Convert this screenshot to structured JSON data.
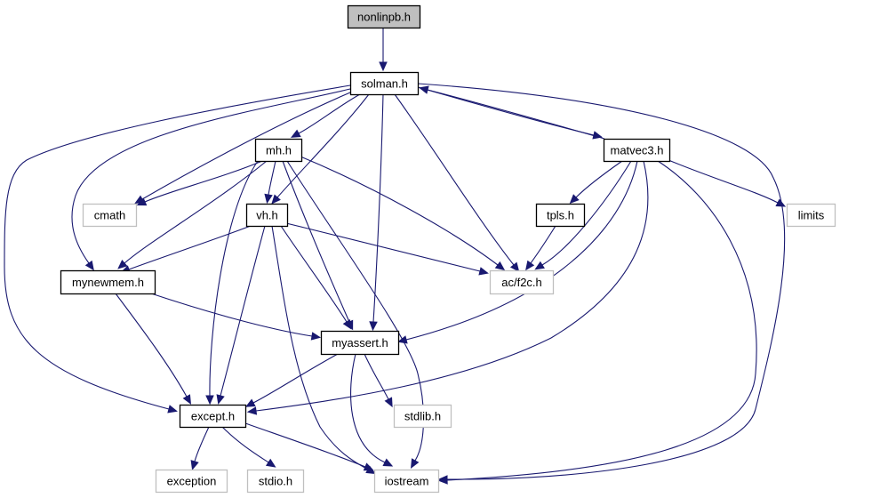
{
  "diagram": {
    "type": "include-dependency-graph",
    "root": "nonlinpb.h",
    "colors": {
      "edge": "#191970",
      "root_fill": "#bfbfbf",
      "node_fill": "#ffffff",
      "documented_border": "#000000",
      "external_border": "#bfbfbf"
    },
    "nodes": [
      {
        "id": "nonlinpb",
        "label": "nonlinpb.h",
        "kind": "root"
      },
      {
        "id": "solman",
        "label": "solman.h",
        "kind": "documented"
      },
      {
        "id": "mh",
        "label": "mh.h",
        "kind": "documented"
      },
      {
        "id": "matvec3",
        "label": "matvec3.h",
        "kind": "documented"
      },
      {
        "id": "cmath",
        "label": "cmath",
        "kind": "external"
      },
      {
        "id": "vh",
        "label": "vh.h",
        "kind": "documented"
      },
      {
        "id": "tpls",
        "label": "tpls.h",
        "kind": "documented"
      },
      {
        "id": "limits",
        "label": "limits",
        "kind": "external"
      },
      {
        "id": "mynewmem",
        "label": "mynewmem.h",
        "kind": "documented"
      },
      {
        "id": "acf2c",
        "label": "ac/f2c.h",
        "kind": "external"
      },
      {
        "id": "myassert",
        "label": "myassert.h",
        "kind": "documented"
      },
      {
        "id": "stdlib",
        "label": "stdlib.h",
        "kind": "external"
      },
      {
        "id": "except",
        "label": "except.h",
        "kind": "documented"
      },
      {
        "id": "exception",
        "label": "exception",
        "kind": "external"
      },
      {
        "id": "stdio",
        "label": "stdio.h",
        "kind": "external"
      },
      {
        "id": "iostream",
        "label": "iostream",
        "kind": "external"
      }
    ],
    "edges": [
      {
        "from": "nonlinpb",
        "to": "solman"
      },
      {
        "from": "solman",
        "to": "mh"
      },
      {
        "from": "solman",
        "to": "matvec3"
      },
      {
        "from": "solman",
        "to": "cmath"
      },
      {
        "from": "solman",
        "to": "vh"
      },
      {
        "from": "solman",
        "to": "mynewmem"
      },
      {
        "from": "solman",
        "to": "acf2c"
      },
      {
        "from": "solman",
        "to": "myassert"
      },
      {
        "from": "solman",
        "to": "except"
      },
      {
        "from": "solman",
        "to": "iostream"
      },
      {
        "from": "matvec3",
        "to": "solman"
      },
      {
        "from": "matvec3",
        "to": "tpls"
      },
      {
        "from": "matvec3",
        "to": "limits"
      },
      {
        "from": "matvec3",
        "to": "acf2c"
      },
      {
        "from": "matvec3",
        "to": "myassert"
      },
      {
        "from": "matvec3",
        "to": "except"
      },
      {
        "from": "matvec3",
        "to": "iostream"
      },
      {
        "from": "mh",
        "to": "cmath"
      },
      {
        "from": "mh",
        "to": "vh"
      },
      {
        "from": "mh",
        "to": "mynewmem"
      },
      {
        "from": "mh",
        "to": "acf2c"
      },
      {
        "from": "mh",
        "to": "myassert"
      },
      {
        "from": "mh",
        "to": "except"
      },
      {
        "from": "mh",
        "to": "iostream"
      },
      {
        "from": "vh",
        "to": "mynewmem"
      },
      {
        "from": "vh",
        "to": "acf2c"
      },
      {
        "from": "vh",
        "to": "myassert"
      },
      {
        "from": "vh",
        "to": "except"
      },
      {
        "from": "vh",
        "to": "iostream"
      },
      {
        "from": "tpls",
        "to": "acf2c"
      },
      {
        "from": "mynewmem",
        "to": "myassert"
      },
      {
        "from": "mynewmem",
        "to": "except"
      },
      {
        "from": "myassert",
        "to": "except"
      },
      {
        "from": "myassert",
        "to": "stdlib"
      },
      {
        "from": "myassert",
        "to": "iostream"
      },
      {
        "from": "except",
        "to": "exception"
      },
      {
        "from": "except",
        "to": "stdio"
      },
      {
        "from": "except",
        "to": "iostream"
      }
    ]
  }
}
